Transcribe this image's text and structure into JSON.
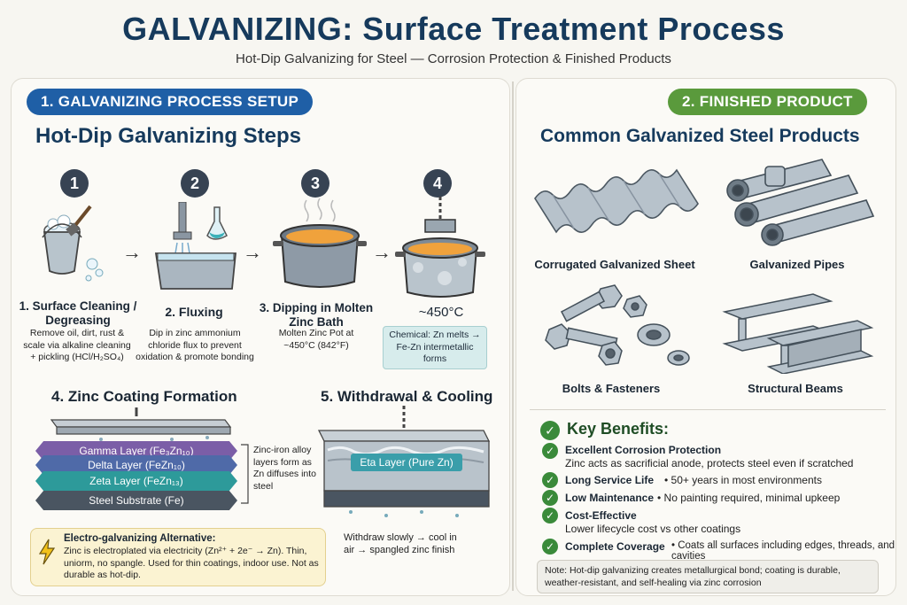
{
  "header": {
    "title": "GALVANIZING: Surface Treatment Process",
    "subtitle": "Hot-Dip Galvanizing for Steel — Corrosion Protection & Finished Products"
  },
  "left": {
    "section_pill": "1. GALVANIZING PROCESS SETUP",
    "heading": "Hot-Dip Galvanizing Steps",
    "steps": [
      {
        "num": "1",
        "title": "1. Surface Cleaning / Degreasing",
        "desc": "Remove oil, dirt, rust & scale via alkaline cleaning + pickling (HCl/H₂SO₄)"
      },
      {
        "num": "2",
        "title": "2. Fluxing",
        "desc": "Dip in zinc ammonium chloride flux to prevent oxidation & promote bonding"
      },
      {
        "num": "3",
        "title": "3. Dipping in Molten Zinc Bath",
        "desc": "Molten Zinc Pot at ~450°C (842°F)"
      },
      {
        "num": "4",
        "title": "~450°C",
        "desc": "Chemical: Zn melts → Fe-Zn intermetallic forms"
      }
    ],
    "coating": {
      "heading": "4. Zinc Coating Formation",
      "layers": [
        "Gamma Layer (Fe₃Zn₁₀)",
        "Delta Layer (FeZn₁₀)",
        "Zeta Layer (FeZn₁₃)",
        "Steel Substrate (Fe)"
      ],
      "note": "Zinc-iron alloy layers form as Zn diffuses into steel"
    },
    "withdrawal": {
      "heading": "5. Withdrawal & Cooling",
      "eta_label": "Eta Layer (Pure Zn)",
      "desc": "Withdraw slowly → cool in air → spangled zinc finish"
    },
    "alternative": {
      "title": "Electro-galvanizing Alternative:",
      "text": "Zinc is electroplated via electricity (Zn²⁺ + 2e⁻ → Zn). Thin, uniorm, no spangle. Used for thin coatings, indoor use. Not as durable as hot-dip."
    }
  },
  "right": {
    "section_pill": "2. FINISHED PRODUCT",
    "heading": "Common Galvanized Steel Products",
    "products": [
      "Corrugated Galvanized Sheet",
      "Galvanized Pipes",
      "Bolts & Fasteners",
      "Structural Beams"
    ],
    "benefits_heading": "Key Benefits:",
    "benefits": [
      {
        "title": "Excellent Corrosion Protection",
        "desc": "Zinc acts as sacrificial anode, protects steel even if scratched"
      },
      {
        "title": "Long Service Life",
        "desc": "• 50+ years in most environments"
      },
      {
        "title": "Low Maintenance",
        "desc": "• No painting required, minimal upkeep"
      },
      {
        "title": "Cost-Effective",
        "desc": "Lower lifecycle cost vs other coatings"
      },
      {
        "title": "Complete Coverage",
        "desc": "• Coats all surfaces including edges, threads, and cavities"
      }
    ],
    "note": "Note: Hot-dip galvanizing creates metallurgical bond; coating is durable, weather-resistant, and self-healing via zinc corrosion"
  },
  "colors": {
    "navy": "#163a5c",
    "blue_pill": "#1f5fa6",
    "green_pill": "#5a9a3c",
    "gamma": "#7b5ea7",
    "delta": "#4f6aa8",
    "zeta": "#2d9a9a",
    "steel": "#4a5561"
  }
}
